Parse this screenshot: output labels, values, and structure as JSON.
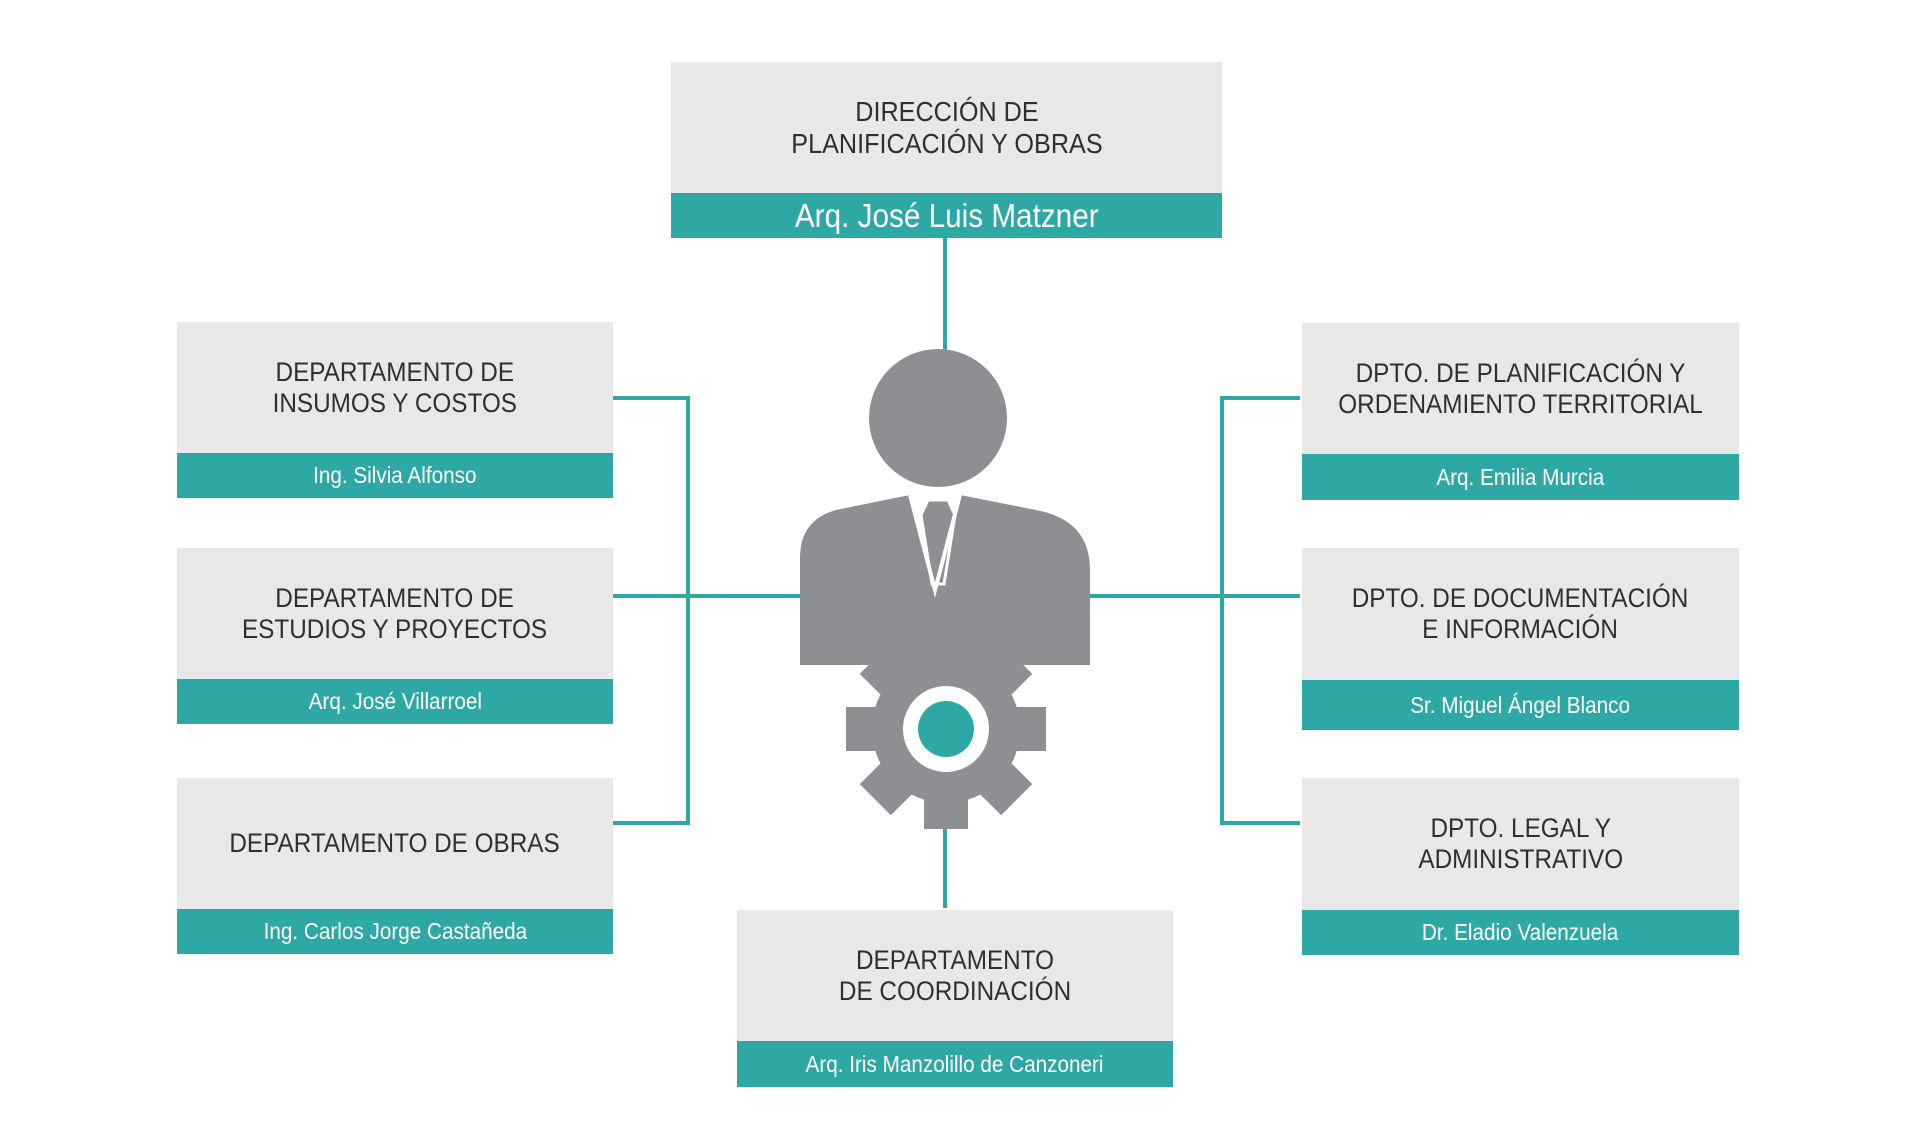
{
  "colors": {
    "accent": "#2ea8a5",
    "box": "#e8e8e8",
    "icon": "#8e8f93",
    "text": "#2f2f2f"
  },
  "center_icon": "manager-with-gear-icon",
  "direction": {
    "title": "DIRECCIÓN DE\nPLANIFICACIÓN Y OBRAS",
    "head": "Arq. José Luis Matzner"
  },
  "left": [
    {
      "title": "DEPARTAMENTO DE\nINSUMOS Y COSTOS",
      "head": "Ing. Silvia Alfonso"
    },
    {
      "title": "DEPARTAMENTO DE\nESTUDIOS Y PROYECTOS",
      "head": "Arq. José Villarroel"
    },
    {
      "title": "DEPARTAMENTO DE OBRAS",
      "head": "Ing. Carlos Jorge Castañeda"
    }
  ],
  "right": [
    {
      "title": "DPTO. DE PLANIFICACIÓN Y\nORDENAMIENTO TERRITORIAL",
      "head": "Arq. Emilia Murcia"
    },
    {
      "title": "DPTO. DE DOCUMENTACIÓN\nE INFORMACIÓN",
      "head": "Sr. Miguel Ángel Blanco"
    },
    {
      "title": "DPTO. LEGAL Y\nADMINISTRATIVO",
      "head": "Dr. Eladio Valenzuela"
    }
  ],
  "bottom": {
    "title": "DEPARTAMENTO\nDE COORDINACIÓN",
    "head": "Arq. Iris Manzolillo de Canzoneri"
  }
}
